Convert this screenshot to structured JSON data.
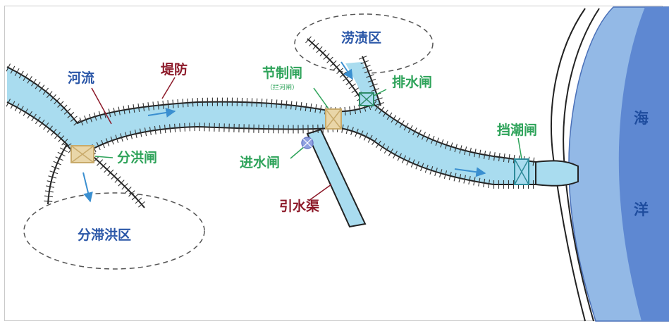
{
  "labels": {
    "river": "河流",
    "levee": "堤防",
    "control_gate": "节制闸",
    "control_gate_note": "（拦河闸）",
    "waterlogged_area": "涝渍区",
    "drain_gate": "排水闸",
    "diversion_gate": "分洪闸",
    "intake_gate": "进水闸",
    "canal": "引水渠",
    "tide_gate": "挡潮闸",
    "detention_area": "分滞洪区",
    "sea_1": "海",
    "sea_2": "洋"
  },
  "colors": {
    "water": "#a9dcef",
    "sea_outer": "#93b9e6",
    "sea_inner": "#5e88d2",
    "label_blue": "#2b57a8",
    "label_red": "#8d1a2a",
    "label_green": "#2ea35a",
    "gate_fill": "#e9d6a8",
    "gate_border": "#c8aa6a",
    "intake_fill": "#8fa0e0"
  }
}
